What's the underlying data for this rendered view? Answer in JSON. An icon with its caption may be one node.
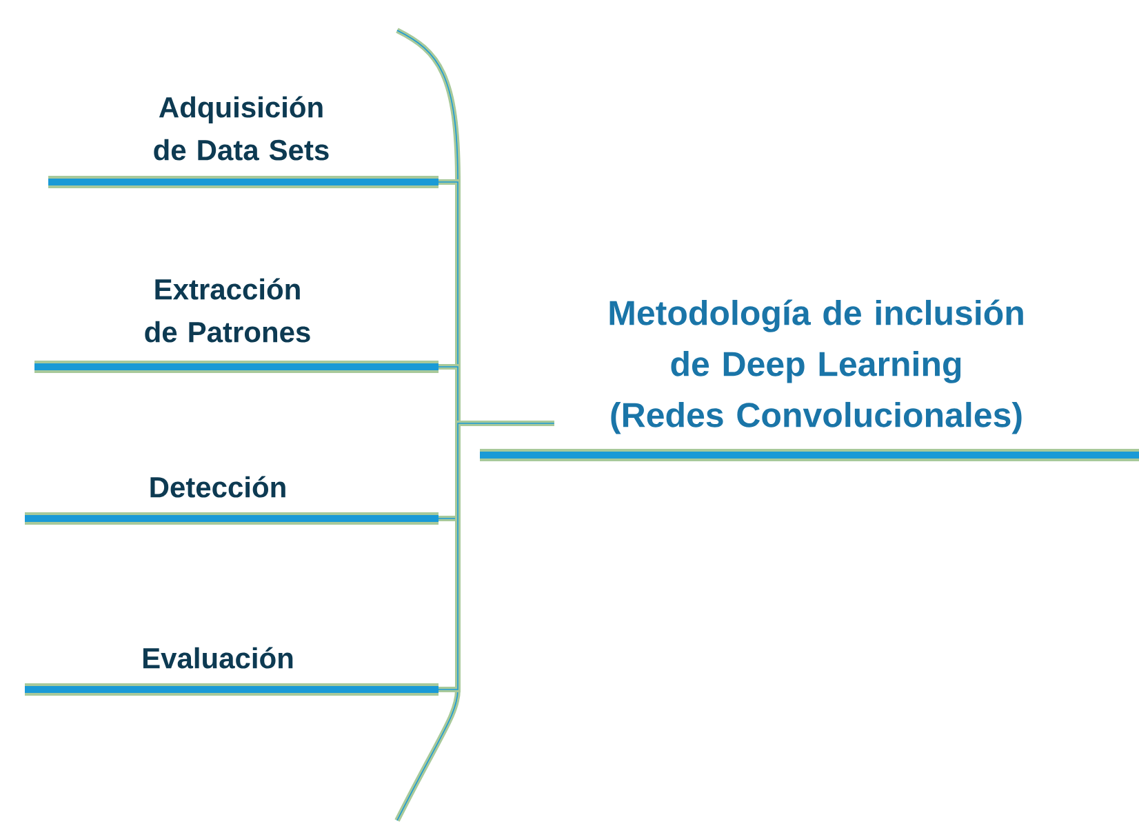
{
  "diagram": {
    "nodes": [
      {
        "text": [
          "Adquisición de Data Sets"
        ]
      },
      {
        "text": [
          "Extracción de Patrones"
        ]
      },
      {
        "text": [
          "Detección"
        ]
      },
      {
        "text": [
          "Evaluación"
        ]
      },
      {
        "text": [
          "Metodología de inclusión de Deep Learning (Redes Convolucionales)"
        ]
      }
    ],
    "edges": [
      {
        "from": 4,
        "to": 0,
        "arrow": "none"
      },
      {
        "from": 4,
        "to": 1,
        "arrow": "none"
      },
      {
        "from": 4,
        "to": 2,
        "arrow": "none"
      },
      {
        "from": 4,
        "to": 3,
        "arrow": "none"
      }
    ]
  }
}
